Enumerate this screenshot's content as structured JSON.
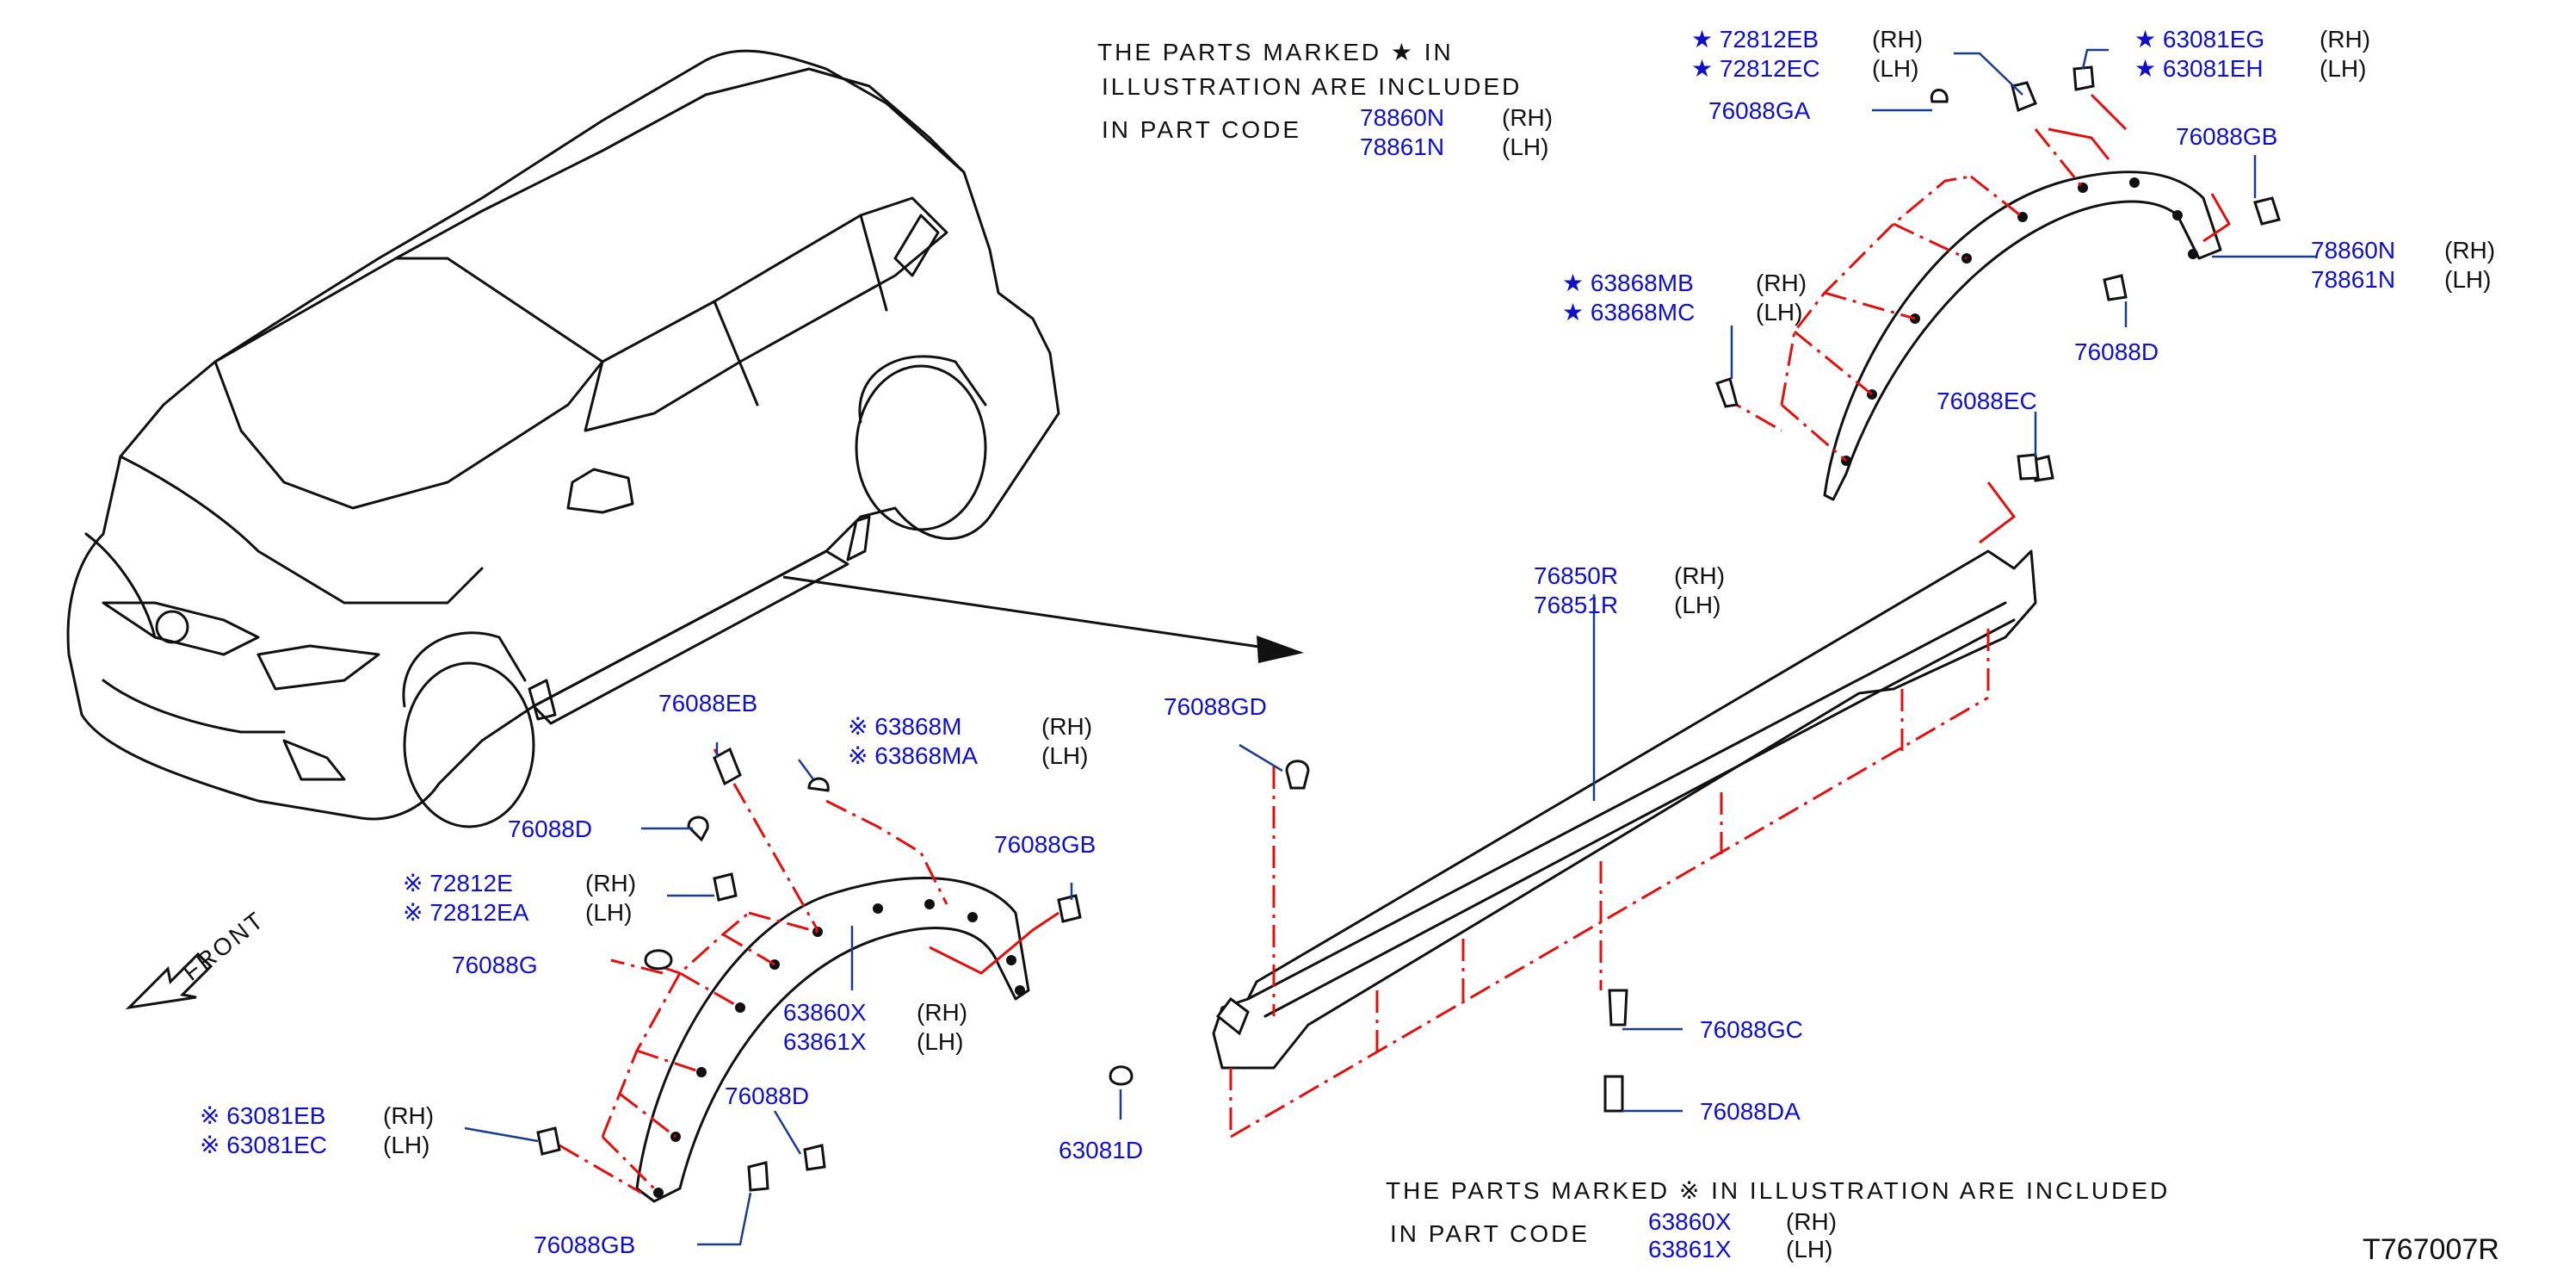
{
  "diagram_id": "T767007R",
  "notes": {
    "star": {
      "line1": "THE  PARTS  MARKED        ★  IN",
      "line2": "ILLUSTRATION  ARE  INCLUDED",
      "line3": "IN  PART  CODE",
      "code_rh": "78860N",
      "code_lh": "78861N",
      "rh": "(RH)",
      "lh": "(LH)"
    },
    "kome": {
      "line1": "THE  PARTS  MARKED      ※ IN  ILLUSTRATION  ARE  INCLUDED",
      "line2": "IN  PART  CODE",
      "code_rh": "63860X",
      "code_lh": "63861X",
      "rh": "(RH)",
      "lh": "(LH)"
    }
  },
  "front_label": "FRONT",
  "labels": {
    "p72812EB": "★ 72812EB",
    "p72812EC": "★ 72812EC",
    "s72812EB": "(RH)",
    "s72812EC": "(LH)",
    "p63081EG": "★ 63081EG",
    "p63081EH": "★ 63081EH",
    "s63081EG": "(RH)",
    "s63081EH": "(LH)",
    "p76088GA": "76088GA",
    "p76088GB_top": "76088GB",
    "p78860N": "78860N",
    "p78861N": "78861N",
    "s78860N": "(RH)",
    "s78861N": "(LH)",
    "p63868MB": "★ 63868MB",
    "p63868MC": "★ 63868MC",
    "s63868MB": "(RH)",
    "s63868MC": "(LH)",
    "p76088D_top": "76088D",
    "p76088EC": "76088EC",
    "p76850R": "76850R",
    "p76851R": "76851R",
    "s76850R": "(RH)",
    "s76851R": "(LH)",
    "p76088GD": "76088GD",
    "p76088EB": "76088EB",
    "p63868M": "※ 63868M",
    "p63868MA": "※ 63868MA",
    "s63868M": "(RH)",
    "s63868MA": "(LH)",
    "p76088D_mid": "76088D",
    "p76088GB_mid": "76088GB",
    "p72812E": "※ 72812E",
    "p72812EA": "※ 72812EA",
    "s72812E": "(RH)",
    "s72812EA": "(LH)",
    "p76088G": "76088G",
    "p63860X": "63860X",
    "p63861X": "63861X",
    "s63860X": "(RH)",
    "s63861X": "(LH)",
    "p76088D_low": "76088D",
    "p63081EB": "※ 63081EB",
    "p63081EC": "※ 63081EC",
    "s63081EB": "(RH)",
    "s63081EC": "(LH)",
    "p76088GB_low": "76088GB",
    "p76088GC": "76088GC",
    "p76088DA": "76088DA",
    "p63081D": "63081D"
  },
  "colors": {
    "part_number": "#1010c8",
    "assembly_line": "#e01010",
    "leader": "#1a3c8c"
  }
}
